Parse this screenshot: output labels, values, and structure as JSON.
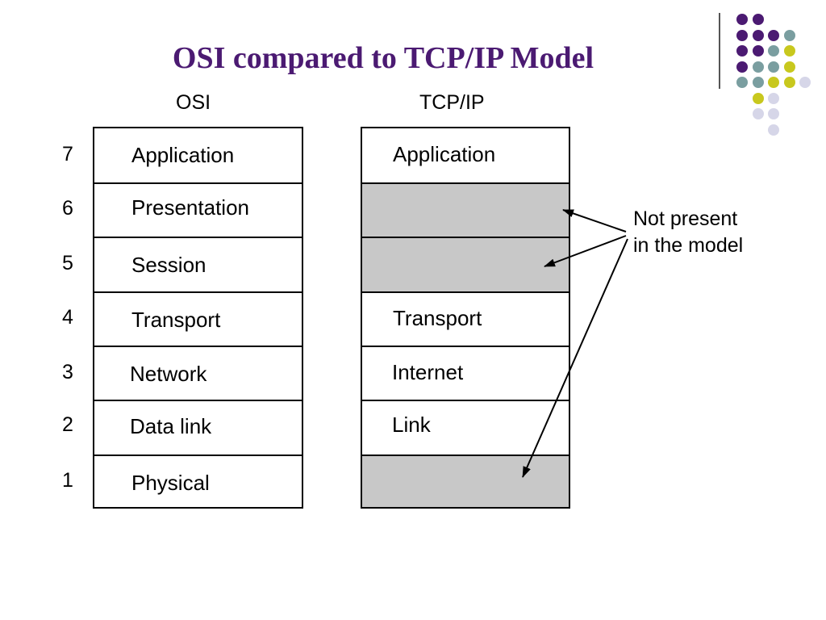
{
  "title": "OSI compared to TCP/IP Model",
  "osi_heading": "OSI",
  "tcpip_heading": "TCP/IP",
  "layer_numbers": [
    "7",
    "6",
    "5",
    "4",
    "3",
    "2",
    "1"
  ],
  "osi_layers": [
    "Application",
    "Presentation",
    "Session",
    "Transport",
    "Network",
    "Data link",
    "Physical"
  ],
  "tcpip_layers": [
    "Application",
    "",
    "",
    "Transport",
    "Internet",
    "Link",
    ""
  ],
  "note": {
    "line1": "Not present",
    "line2": "in the model"
  },
  "colors": {
    "title": "#4b1a72",
    "shaded": "#c8c8c8",
    "dot_purple": "#4b1a72",
    "dot_teal": "#7a9ea0",
    "dot_olive": "#c8c81e",
    "dot_lavender": "#d6d6e8"
  }
}
